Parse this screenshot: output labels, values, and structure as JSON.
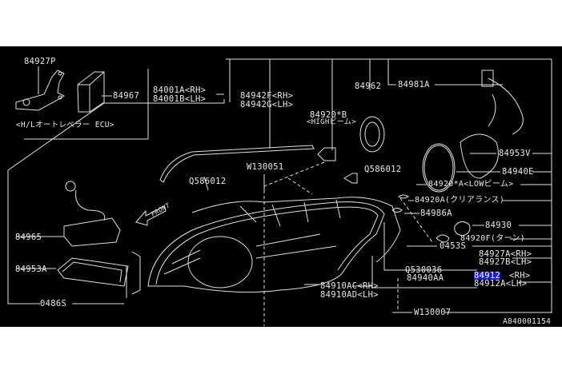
{
  "diagram": {
    "part_labels": {
      "p84927P": "84927P",
      "p84967": "84967",
      "ecu_caption": "<H/Lオートレベラー ECU>",
      "p84001A": "84001A<RH>",
      "p84001B": "84001B<LH>",
      "p84942F": "84942F<RH>",
      "p84942G": "84942G<LH>",
      "p84920B": "84920*B",
      "p84920B_note": "<HIGHビーム>",
      "p84962": "84962",
      "p84981A": "84981A",
      "p84953V": "84953V",
      "p84940E": "84940E",
      "pW130051": "W130051",
      "pQ586012_left": "Q586012",
      "pQ586012_right": "Q586012",
      "p84920A_low": "84920*A<LOWビーム>",
      "p84920A_clear": "84920A(クリアランス)",
      "p84986A": "84986A",
      "p84930": "84930",
      "p84920F": "84920F(ターン)",
      "p0453S": "0453S",
      "p84927A": "84927A<RH>",
      "p84927B": "84927B<LH>",
      "pQ530036": "Q530036",
      "p84940AA": "84940AA",
      "p84912": "84912",
      "p84912_rh": "<RH>",
      "p84912A": "84912A<LH>",
      "p84910AC": "84910AC<RH>",
      "p84910AD": "84910AD<LH>",
      "pW130007": "W130007",
      "p84965": "84965",
      "p84953A": "84953A",
      "p0486S": "0486S",
      "front": "FRONT"
    },
    "drawing_id": "A840001154",
    "highlight_color": "#1a1adc"
  }
}
